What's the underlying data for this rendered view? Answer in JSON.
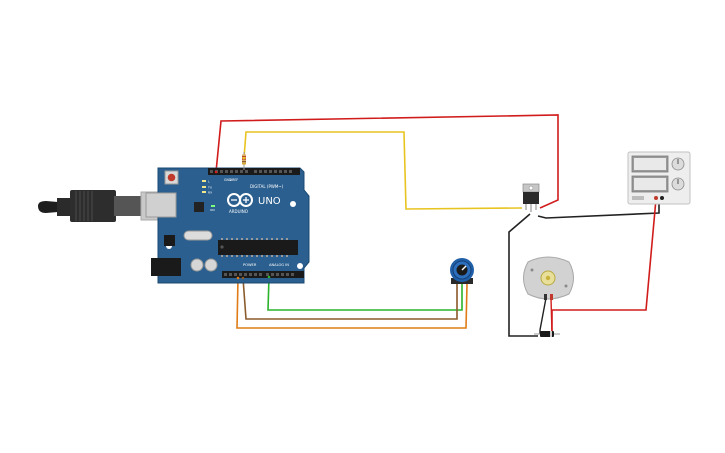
{
  "board": {
    "name": "UNO",
    "brand": "ARDUINO",
    "digital_label": "DIGITAL (PWM~)",
    "power_label": "POWER",
    "analog_label": "ANALOG IN",
    "aref_label": "AREF",
    "gnd_label": "GND",
    "rx_label": "RX",
    "tx_label": "TX",
    "on_label": "ON",
    "l_label": "L"
  },
  "colors": {
    "board": "#2a5f8f",
    "wire_red": "#d11c1c",
    "wire_yellow": "#e8c420",
    "wire_green": "#2bb32b",
    "wire_brown": "#8a5a2b",
    "wire_orange": "#e07b16",
    "wire_black": "#222222"
  },
  "components": [
    "arduino-uno",
    "usb-cable",
    "resistor",
    "transistor",
    "potentiometer",
    "dc-motor",
    "diode",
    "power-supply"
  ]
}
